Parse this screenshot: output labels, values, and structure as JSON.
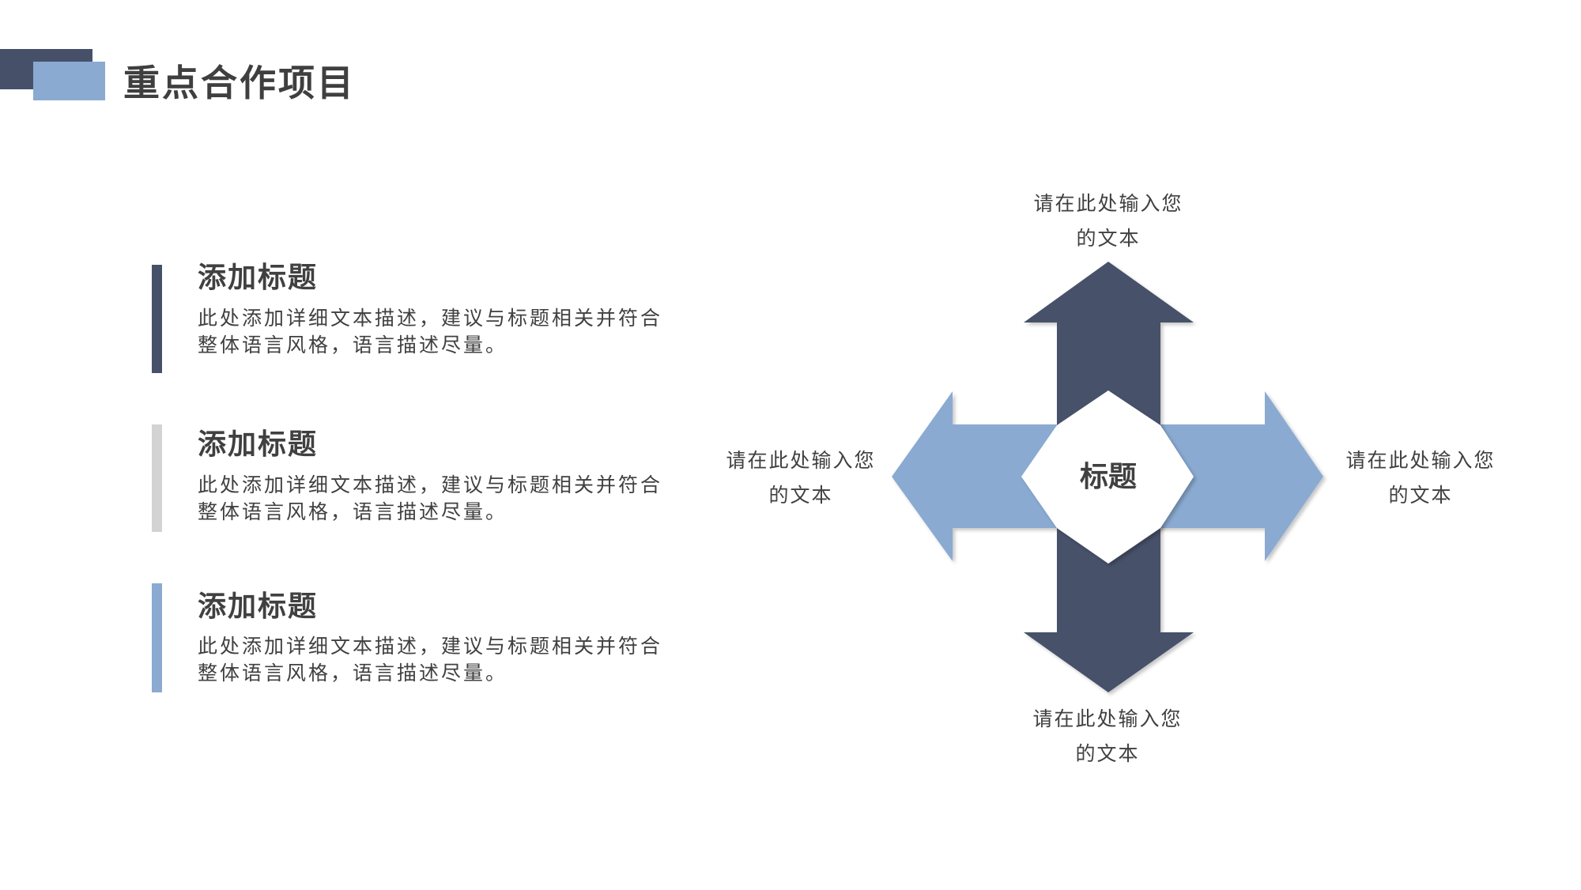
{
  "colors": {
    "dark": "#465169",
    "light_blue": "#8aaad1",
    "gray": "#d3d3d3",
    "white": "#ffffff"
  },
  "header": {
    "title": "重点合作项目"
  },
  "items": [
    {
      "heading": "添加标题",
      "lines": [
        "此处添加详细文本描述，建议与标题相关并符合",
        "整体语言风格，语言描述尽量。"
      ]
    },
    {
      "heading": "添加标题",
      "lines": [
        "此处添加详细文本描述，建议与标题相关并符合",
        "整体语言风格，语言描述尽量。"
      ]
    },
    {
      "heading": "添加标题",
      "lines": [
        "此处添加详细文本描述，建议与标题相关并符合",
        "整体语言风格，语言描述尽量。"
      ]
    }
  ],
  "diagram": {
    "center_label": "标题",
    "top_label": [
      "请在此处输入您",
      "的文本"
    ],
    "left_label": [
      "请在此处输入您",
      "的文本"
    ],
    "right_label": [
      "请在此处输入您",
      "的文本"
    ],
    "bottom_label": [
      "请在此处输入您",
      "的文本"
    ]
  }
}
